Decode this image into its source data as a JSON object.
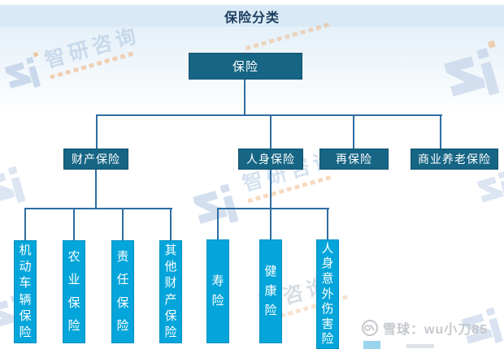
{
  "title": "保险分类",
  "tree": {
    "root": {
      "label": "保险"
    },
    "level2": [
      {
        "label": "财产保险"
      },
      {
        "label": "人身保险"
      },
      {
        "label": "再保险"
      },
      {
        "label": "商业养老保险"
      }
    ],
    "level3_property": [
      {
        "label": "机动车辆保险"
      },
      {
        "label": "农业保险"
      },
      {
        "label": "责任保险"
      },
      {
        "label": "其他财产保险"
      }
    ],
    "level3_person": [
      {
        "label": "寿险"
      },
      {
        "label": "健康险"
      },
      {
        "label": "人身意外伤害险"
      }
    ]
  },
  "watermarks": {
    "brand": "智研咨询",
    "brand_partial": "研咨询",
    "xueqiu_credit": "雪球：wu小刀85"
  },
  "colors": {
    "title_bar_bg": "#d9eaf6",
    "title_text": "#1c3c5e",
    "node_dark_blue": "#166584",
    "node_bright_blue": "#03a5da",
    "connector_blue": "#2e6da4",
    "watermark_blue": "#b9cfe6",
    "watermark_orange": "#f0b27a",
    "xueqiu_gray": "#c5c8cc"
  }
}
